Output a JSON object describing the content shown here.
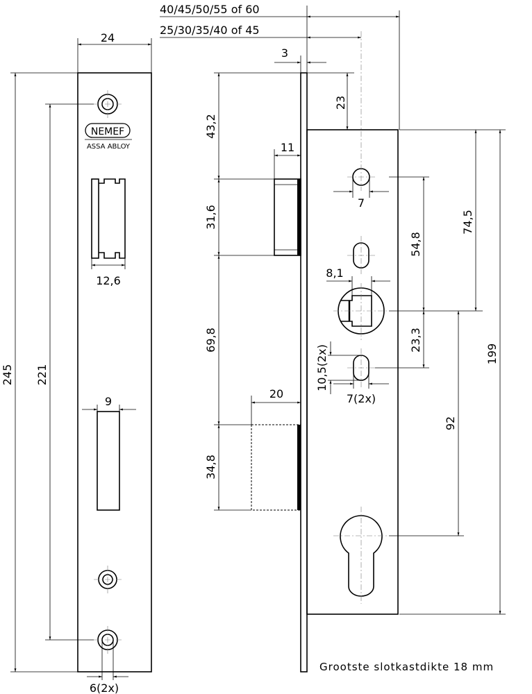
{
  "faceplate_view": {
    "logo_text": "NEMEF",
    "logo_subtext": "ASSA ABLOY",
    "dims": {
      "width": "24",
      "total_height": "245",
      "screw_spacing": "221",
      "latch_width": "12,6",
      "bolt_width": "9",
      "screw_hole": "6(2x)"
    }
  },
  "side_view": {
    "dims": {
      "backset_60": "40/45/50/55 of 60",
      "backset_45": "25/30/35/40 of 45",
      "plate_thickness": "3",
      "top_to_case": "23",
      "top_to_latch": "43,2",
      "latch_height": "31,6",
      "latch_to_bolt": "69,8",
      "bolt_height": "34,8",
      "latch_throw": "11",
      "bolt_throw": "20",
      "hole_dia": "7",
      "spindle": "8,1",
      "slot_height": "10,5(2x)",
      "slot_width": "7(2x)",
      "hole_to_spindle": "54,8",
      "spindle_to_slot": "23,3",
      "case_to_spindle": "74,5",
      "spindle_to_cylinder": "92",
      "case_height": "199"
    },
    "note": "Grootste slotkastdikte 18 mm"
  }
}
